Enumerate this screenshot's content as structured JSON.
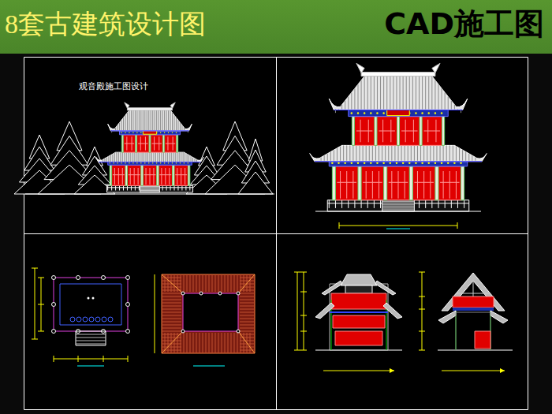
{
  "diagram": {
    "title": "8套古建筑设计图",
    "labels": [
      "CAD施工图",
      "观音殿施工图设计"
    ]
  }
}
